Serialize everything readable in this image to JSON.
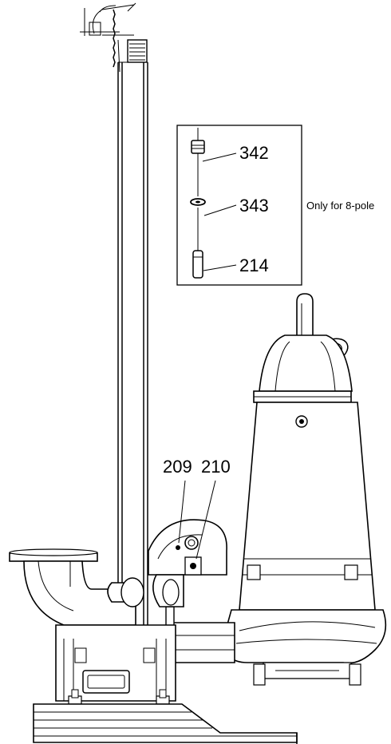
{
  "callouts": {
    "p342": "342",
    "p343": "343",
    "p214": "214",
    "p209": "209",
    "p210": "210"
  },
  "note": "Only for 8-pole"
}
